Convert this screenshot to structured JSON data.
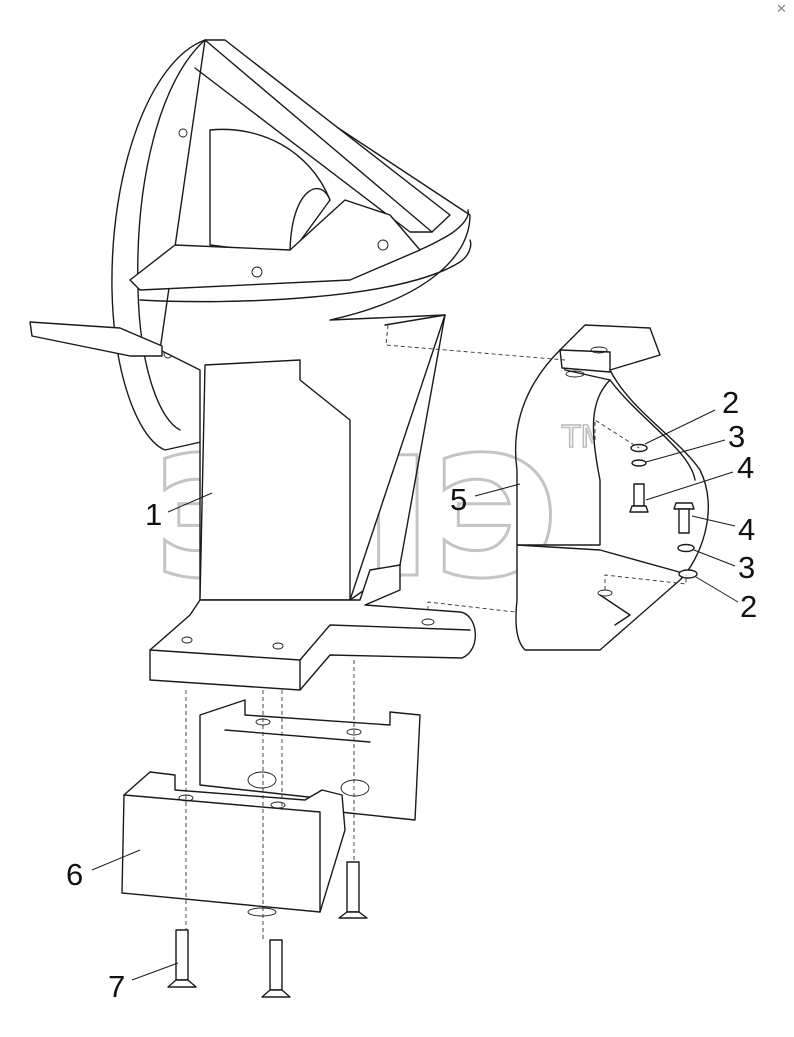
{
  "diagram": {
    "watermark": "элэ",
    "watermark_tm": "TM",
    "corner_icon": "close-icon",
    "callouts": [
      {
        "id": "c1",
        "label": "1"
      },
      {
        "id": "c2a",
        "label": "2"
      },
      {
        "id": "c3a",
        "label": "3"
      },
      {
        "id": "c4a",
        "label": "4"
      },
      {
        "id": "c4b",
        "label": "4"
      },
      {
        "id": "c3b",
        "label": "3"
      },
      {
        "id": "c2b",
        "label": "2"
      },
      {
        "id": "c5",
        "label": "5"
      },
      {
        "id": "c6",
        "label": "6"
      },
      {
        "id": "c7",
        "label": "7"
      }
    ]
  }
}
